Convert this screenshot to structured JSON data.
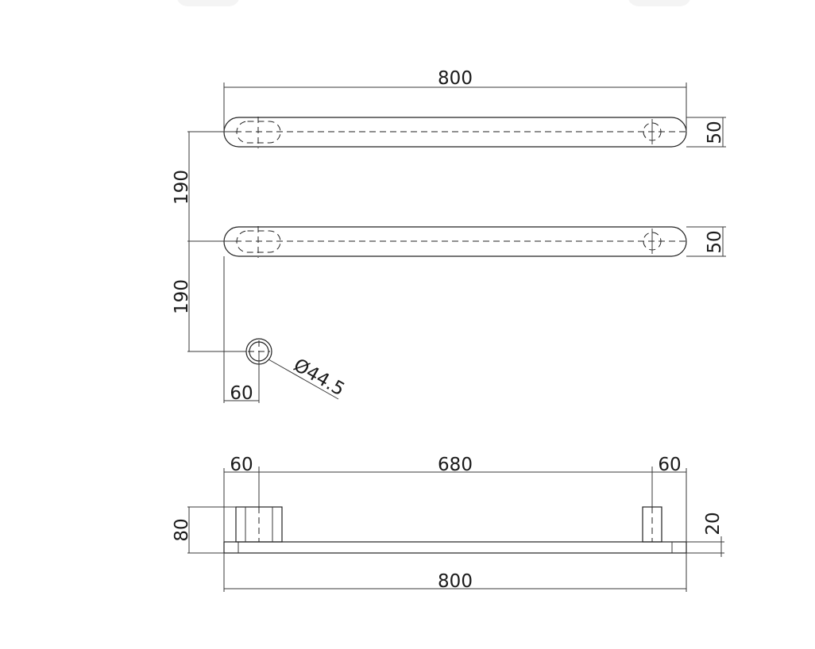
{
  "dimensions": {
    "top_length": "800",
    "top_bar_height": "50",
    "bar_spacing_upper": "190",
    "middle_bar_height": "50",
    "bar_spacing_lower": "190",
    "pipe_diameter": "Ø44.5",
    "pipe_offset": "60",
    "side_left_offset": "60",
    "side_center_span": "680",
    "side_right_offset": "60",
    "side_height": "80",
    "side_thickness": "20",
    "side_total_length": "800"
  },
  "colors": {
    "line": "#222222",
    "tab": "#f4f4f4"
  }
}
